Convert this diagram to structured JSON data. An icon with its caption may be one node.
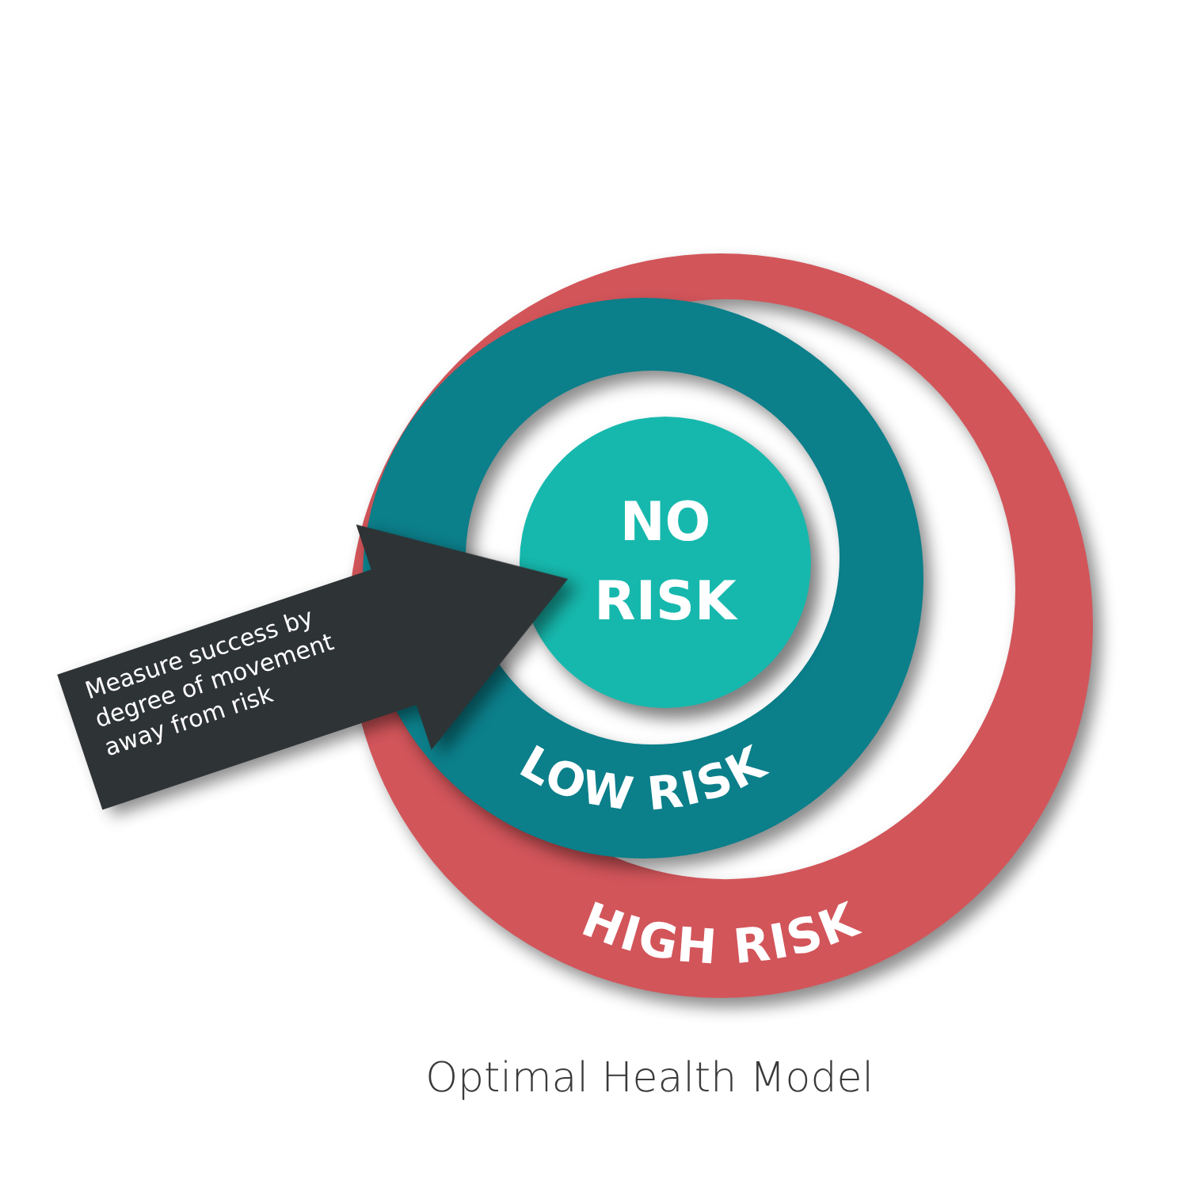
{
  "diagram": {
    "caption": "Optimal Health Model",
    "nodes": [
      {
        "text": [
          "HIGH RISK"
        ]
      },
      {
        "text": [
          "LOW RISK"
        ],
        "in": 0
      },
      {
        "text": [
          "NO RISK"
        ],
        "in": 1
      },
      {
        "text": [
          "Measure success by degree of movement away from risk"
        ]
      }
    ]
  }
}
